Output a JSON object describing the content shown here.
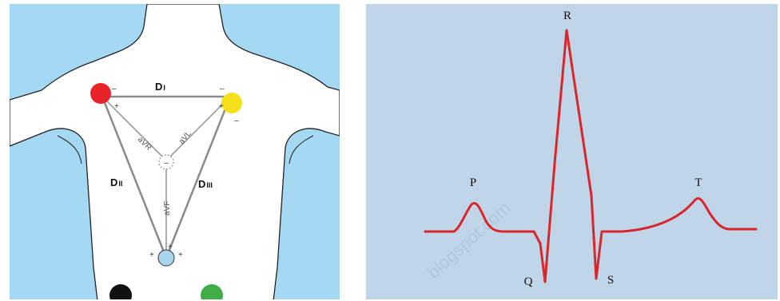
{
  "einthoven": {
    "leads": {
      "d1": "D",
      "d1_sub": "I",
      "d2": "D",
      "d2_sub": "II",
      "d3": "D",
      "d3_sub": "III"
    },
    "augmented": {
      "avr": "aVR",
      "avl": "aVL",
      "avf": "aVF"
    },
    "center_sign": "–",
    "signs": {
      "plus": "+",
      "minus": "–"
    },
    "electrode_colors": {
      "right_arm": "#e8242b",
      "left_arm": "#f5e01a",
      "left_leg_chest": "#a9d4ee",
      "right_leg": "#111111",
      "left_leg": "#3fae47"
    },
    "background_color": "#a5d8f3",
    "body_color": "#ffffff"
  },
  "ecg": {
    "waves": {
      "p": "P",
      "q": "Q",
      "r": "R",
      "s": "S",
      "t": "T"
    },
    "trace_color": "#d9262c",
    "background_color": "#c1d5e8",
    "watermark": "blogspot.com"
  }
}
